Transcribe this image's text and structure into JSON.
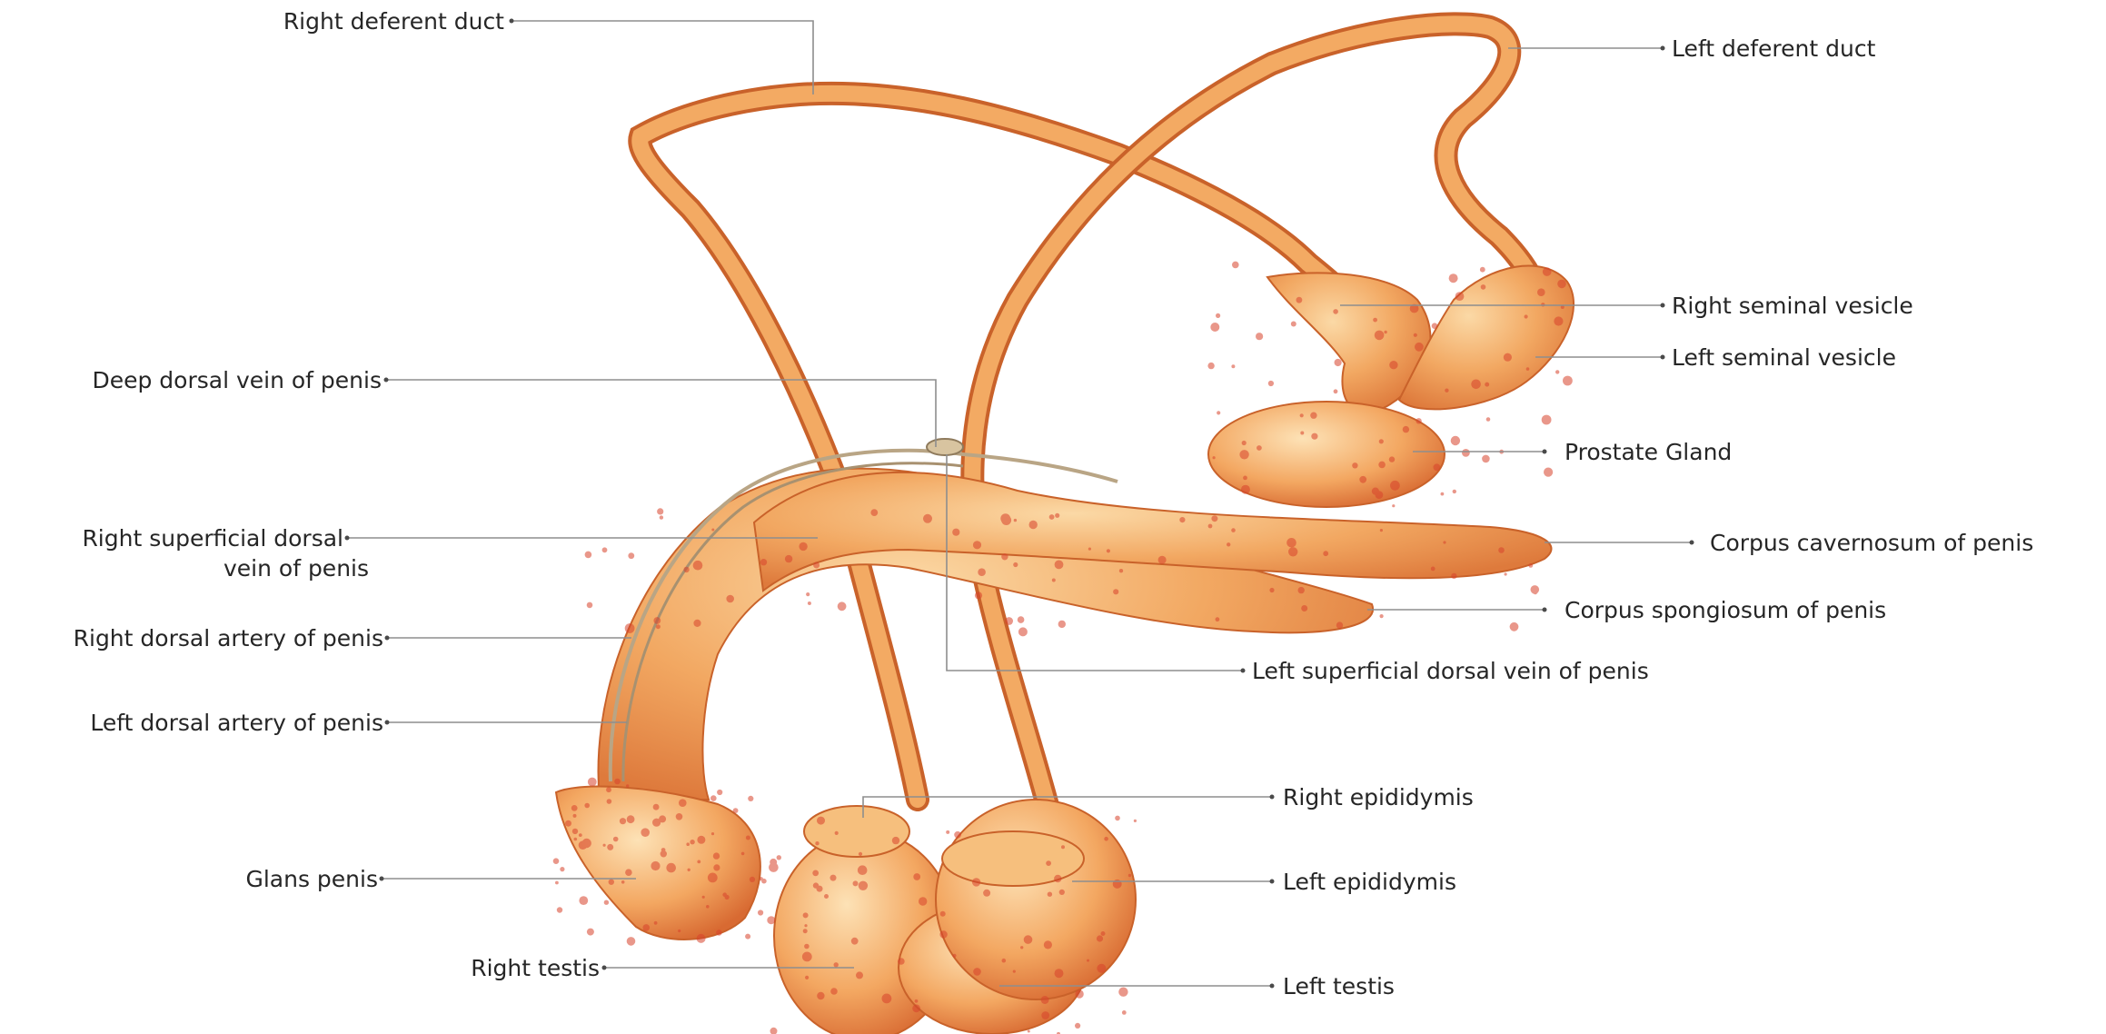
{
  "labels": {
    "right_deferent_duct": "Right deferent duct",
    "left_deferent_duct": "Left deferent duct",
    "right_seminal_vesicle": "Right seminal vesicle",
    "left_seminal_vesicle": "Left seminal vesicle",
    "deep_dorsal_vein": "Deep dorsal vein of penis",
    "prostate_gland": "Prostate Gland",
    "right_superficial_dorsal_vein_1": "Right superficial dorsal",
    "right_superficial_dorsal_vein_2": "vein of penis",
    "corpus_cavernosum": "Corpus cavernosum of penis",
    "corpus_spongiosum": "Corpus spongiosum of penis",
    "right_dorsal_artery": "Right dorsal artery of penis",
    "left_superficial_dorsal_vein": "Left superficial dorsal vein of penis",
    "left_dorsal_artery": "Left dorsal artery of penis",
    "right_epididymis": "Right epididymis",
    "glans_penis": "Glans penis",
    "left_epididymis": "Left epididymis",
    "right_testis": "Right testis",
    "left_testis": "Left testis"
  },
  "colors": {
    "tissue_base": "#f0a05a",
    "tissue_light": "#f8c98e",
    "tissue_spot": "#d8432c",
    "leader_line": "#8e8e8e",
    "label_text": "#262626"
  }
}
